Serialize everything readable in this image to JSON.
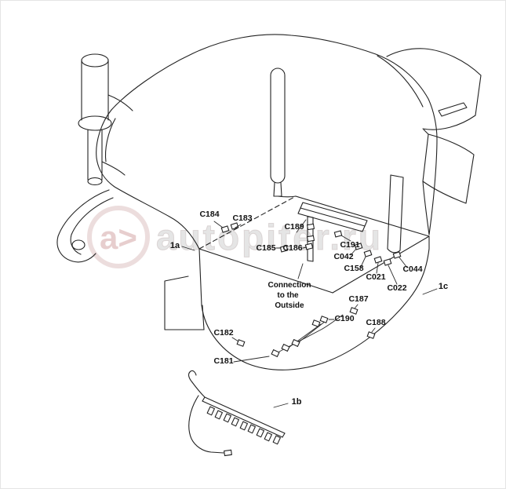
{
  "figure": {
    "description": "Wiring harness connector location diagram",
    "line_color": "#222222",
    "background": "#ffffff"
  },
  "watermark": {
    "logo_text": "a>",
    "text": "autopiter.ru",
    "ring_color": "#d9bcbc",
    "text_color": "#cccccc",
    "logo_color": "#d4a5a5"
  },
  "connectors": [
    {
      "id": "C184"
    },
    {
      "id": "C183"
    },
    {
      "id": "C189"
    },
    {
      "id": "C185"
    },
    {
      "id": "C186"
    },
    {
      "id": "C191"
    },
    {
      "id": "C042"
    },
    {
      "id": "C158"
    },
    {
      "id": "C021"
    },
    {
      "id": "C022"
    },
    {
      "id": "C044"
    },
    {
      "id": "C187"
    },
    {
      "id": "C190"
    },
    {
      "id": "C188"
    },
    {
      "id": "C182"
    },
    {
      "id": "C181"
    }
  ],
  "refs": [
    "1a",
    "1b",
    "1c"
  ],
  "note": {
    "lines": [
      "Connection",
      "to the",
      "Outside"
    ]
  }
}
